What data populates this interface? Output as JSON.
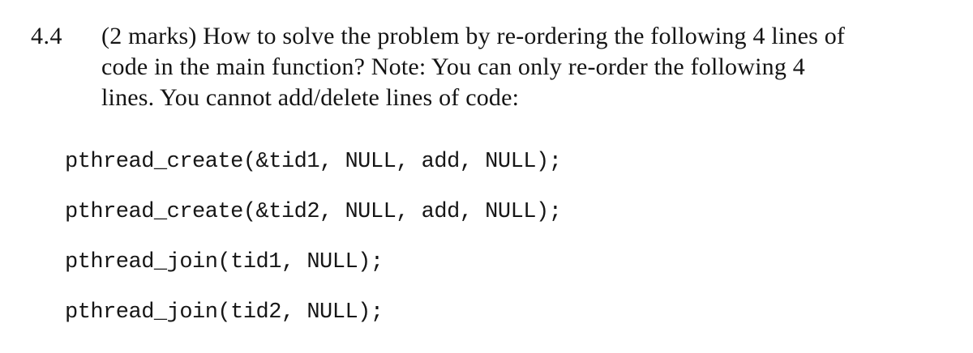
{
  "colors": {
    "background": "#ffffff",
    "text": "#141414"
  },
  "question": {
    "number": "4.4",
    "marks_label": "(2 marks)",
    "lines": [
      "(2 marks) How to solve the problem by re-ordering the following 4 lines of",
      "code in the main function? Note: You can only re-order the following 4",
      "lines. You cannot add/delete lines of code:"
    ],
    "full_text": "(2 marks) How to solve the problem by re-ordering the following 4 lines of code in the main function? Note: You can only re-order the following 4 lines. You cannot add/delete lines of code:"
  },
  "code": {
    "language": "c",
    "lines": [
      "pthread_create(&tid1, NULL, add, NULL);",
      "pthread_create(&tid2, NULL, add, NULL);",
      "pthread_join(tid1, NULL);",
      "pthread_join(tid2, NULL);"
    ]
  }
}
